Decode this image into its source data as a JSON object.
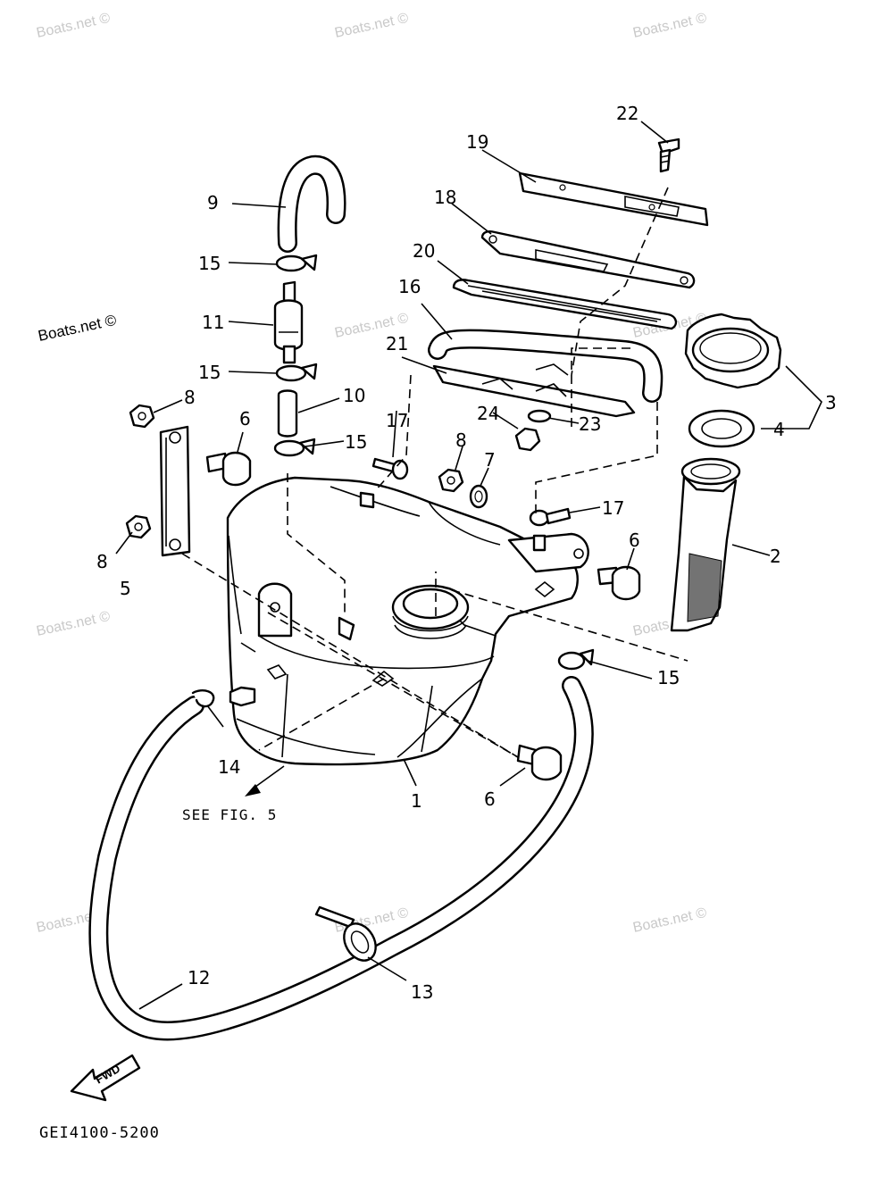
{
  "watermark": {
    "faint_text": "Boats.net ©",
    "strong_text": "Boats.net ©"
  },
  "callouts": {
    "c1": "1",
    "c2": "2",
    "c3": "3",
    "c4": "4",
    "c5": "5",
    "c6a": "6",
    "c6b": "6",
    "c6c": "6",
    "c7": "7",
    "c8a": "8",
    "c8b": "8",
    "c8c": "8",
    "c9": "9",
    "c10": "10",
    "c11": "11",
    "c12": "12",
    "c13": "13",
    "c14": "14",
    "c15a": "15",
    "c15b": "15",
    "c15c": "15",
    "c15d": "15",
    "c16": "16",
    "c17a": "17",
    "c17b": "17",
    "c18": "18",
    "c19": "19",
    "c20": "20",
    "c21": "21",
    "c22": "22",
    "c23": "23",
    "c24": "24"
  },
  "see_fig_note": "SEE FIG. 5",
  "fwd_label": "FWD",
  "diagram_code": "GEI4100-5200"
}
